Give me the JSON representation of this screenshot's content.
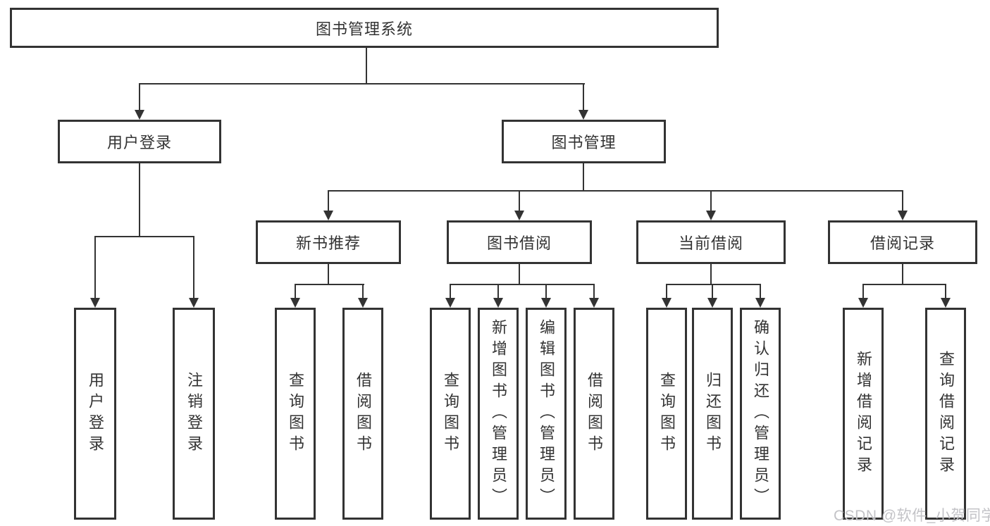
{
  "colors": {
    "line": "#333333",
    "text": "#333333",
    "background": "#ffffff",
    "watermark": "#c3c3c7"
  },
  "watermark": {
    "text": "CSDN @软件_小贺同学"
  },
  "tree": {
    "label": "图书管理系统",
    "children": [
      {
        "label": "用户登录",
        "children": [
          {
            "label": "用户登录"
          },
          {
            "label": "注销登录"
          }
        ]
      },
      {
        "label": "图书管理",
        "children": [
          {
            "label": "新书推荐",
            "children": [
              {
                "label": "查询图书"
              },
              {
                "label": "借阅图书"
              }
            ]
          },
          {
            "label": "图书借阅",
            "children": [
              {
                "label": "查询图书"
              },
              {
                "label": "新增图书（管理员）"
              },
              {
                "label": "编辑图书（管理员）"
              },
              {
                "label": "借阅图书"
              }
            ]
          },
          {
            "label": "当前借阅",
            "children": [
              {
                "label": "查询图书"
              },
              {
                "label": "归还图书"
              },
              {
                "label": "确认归还（管理员）"
              }
            ]
          },
          {
            "label": "借阅记录",
            "children": [
              {
                "label": "新增借阅记录"
              },
              {
                "label": "查询借阅记录"
              }
            ]
          }
        ]
      }
    ]
  }
}
